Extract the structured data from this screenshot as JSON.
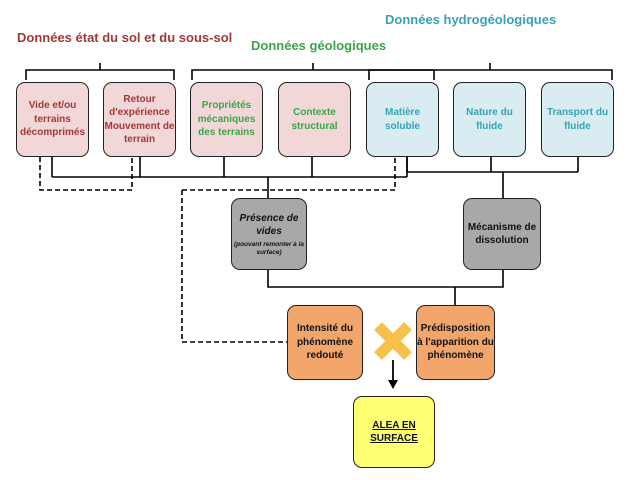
{
  "categories": {
    "sol": "Données état du sol et du sous-sol",
    "geo": "Données géologiques",
    "hydro": "Données hydrogéologiques"
  },
  "boxes": {
    "vides_terrains": "Vide et/ou terrains décomprimés",
    "retour": "Retour d'expérience Mouvement de terrain",
    "proprietes": "Propriétés mécaniques des terrains",
    "contexte": "Contexte structural",
    "matiere": "Matière soluble",
    "nature": "Nature du fluide",
    "transport": "Transport du fluide",
    "presence_title": "Présence de vides",
    "presence_sub": "(pouvant remonter à la surface)",
    "mecanisme": "Mécanisme de dissolution",
    "intensite": "Intensité du phénomène redouté",
    "predisposition": "Prédisposition à l'apparition du phénomène",
    "alea": "ALEA EN SURFACE"
  },
  "colors": {
    "sol": "#a13a36",
    "geo": "#3aa649",
    "hydro": "#35a3b8",
    "cross": "#f6c04a"
  }
}
